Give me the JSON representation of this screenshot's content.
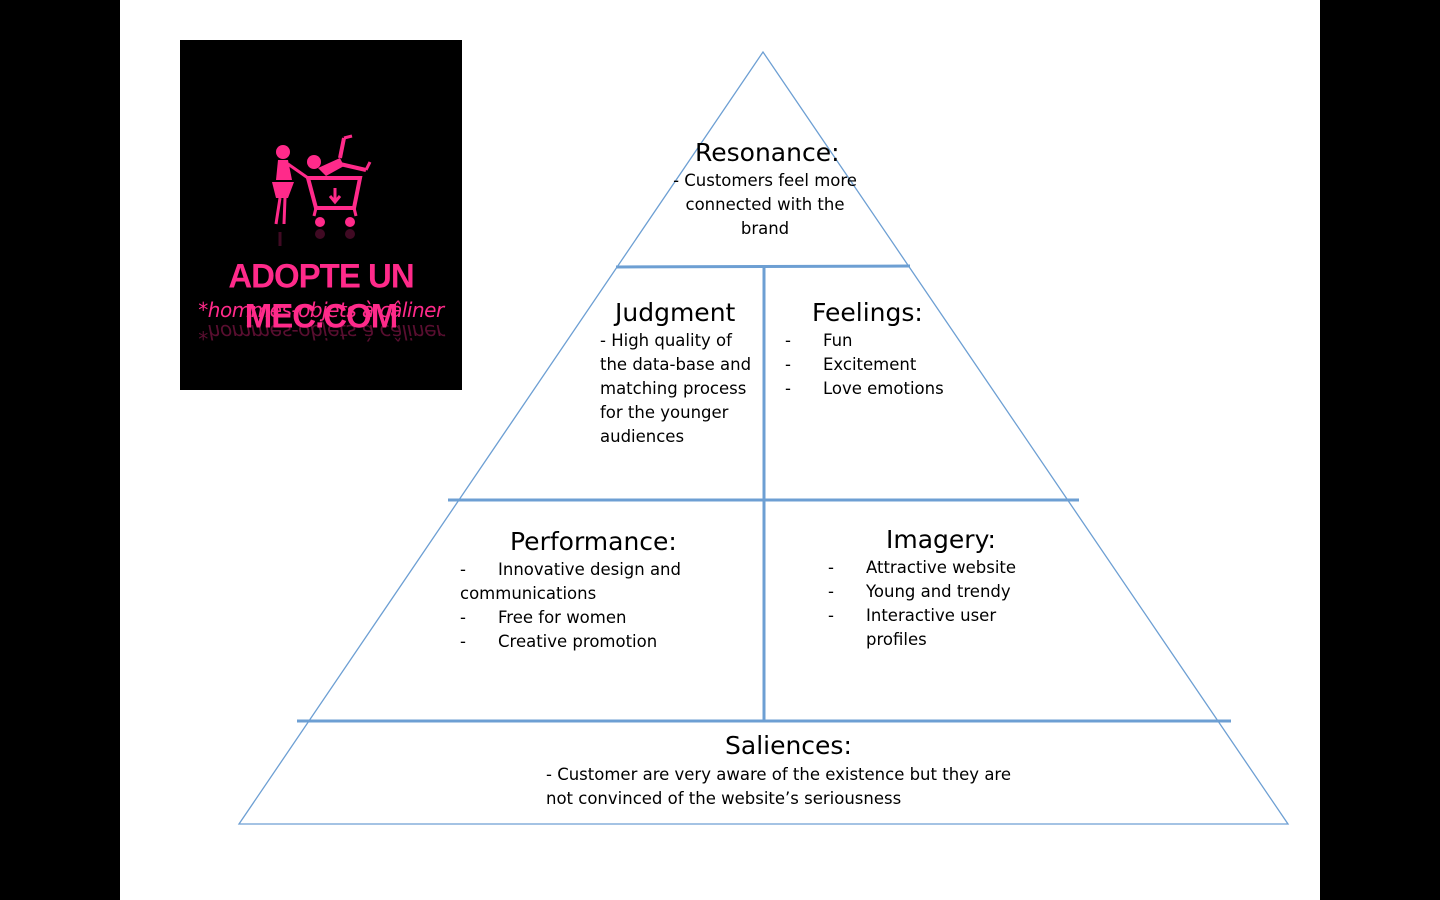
{
  "logo": {
    "title": "ADOPTE UN MEC.COM",
    "subtitle": "*hommes-objets à câliner",
    "accent_color": "#ff2a8a",
    "icon": "woman-pushing-cart-with-man-icon"
  },
  "pyramid": {
    "line_color": "#6d9fd3",
    "resonance": {
      "title": "Resonance:",
      "text": "- Customers feel more connected with the brand"
    },
    "judgment": {
      "title": "Judgment",
      "text": "-  High quality of the data-base and matching process for the younger audiences"
    },
    "feelings": {
      "title": "Feelings:",
      "items": [
        "Fun",
        "Excitement",
        "Love emotions"
      ]
    },
    "performance": {
      "title": "Performance:",
      "items": [
        "Innovative design and communications",
        "Free for women",
        "Creative promotion"
      ]
    },
    "imagery": {
      "title": "Imagery:",
      "items": [
        "Attractive website",
        "Young and trendy",
        "Interactive user profiles"
      ]
    },
    "saliences": {
      "title": "Saliences:",
      "text": "-  Customer are very aware of the existence but they  are not convinced of the website’s seriousness"
    }
  }
}
